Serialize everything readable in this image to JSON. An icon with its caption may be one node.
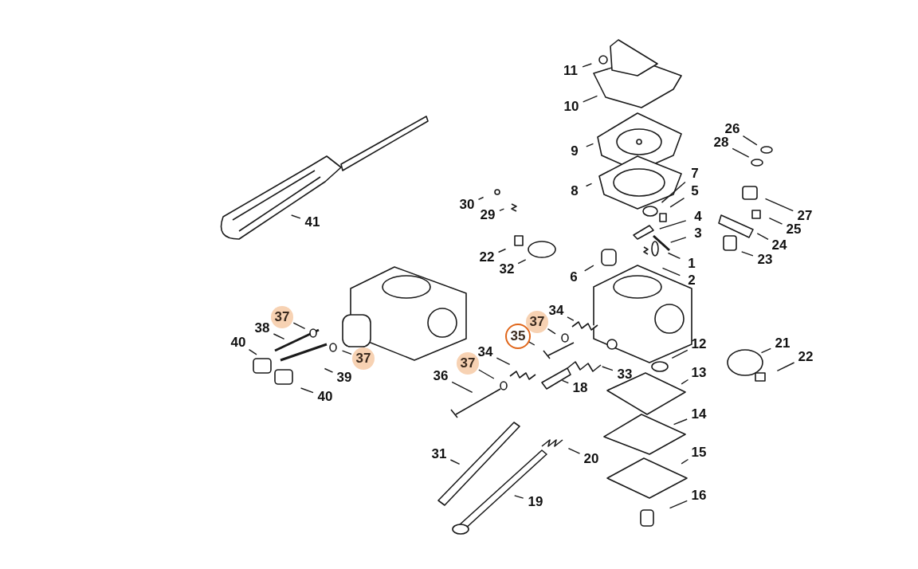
{
  "diagram": {
    "nodes": [
      {
        "text": [
          "11"
        ]
      },
      {
        "text": [
          "10"
        ]
      },
      {
        "text": [
          "26"
        ]
      },
      {
        "text": [
          "9"
        ]
      },
      {
        "text": [
          "28"
        ]
      },
      {
        "text": [
          "8"
        ]
      },
      {
        "text": [
          "30"
        ]
      },
      {
        "text": [
          "7"
        ]
      },
      {
        "text": [
          "5"
        ]
      },
      {
        "text": [
          "29"
        ]
      },
      {
        "text": [
          "4"
        ]
      },
      {
        "text": [
          "41"
        ]
      },
      {
        "text": [
          "27"
        ]
      },
      {
        "text": [
          "3"
        ]
      },
      {
        "text": [
          "25"
        ]
      },
      {
        "text": [
          "24"
        ]
      },
      {
        "text": [
          "22"
        ]
      },
      {
        "text": [
          "1"
        ]
      },
      {
        "text": [
          "23"
        ]
      },
      {
        "text": [
          "32"
        ]
      },
      {
        "text": [
          "6"
        ]
      },
      {
        "text": [
          "2"
        ]
      },
      {
        "text": [
          "34"
        ]
      },
      {
        "text": [
          "37"
        ]
      },
      {
        "text": [
          "37"
        ]
      },
      {
        "text": [
          "38"
        ]
      },
      {
        "text": [
          "35"
        ]
      },
      {
        "text": [
          "40"
        ]
      },
      {
        "text": [
          "12"
        ]
      },
      {
        "text": [
          "21"
        ]
      },
      {
        "text": [
          "34"
        ]
      },
      {
        "text": [
          "37"
        ]
      },
      {
        "text": [
          "22"
        ]
      },
      {
        "text": [
          "37"
        ]
      },
      {
        "text": [
          "39"
        ]
      },
      {
        "text": [
          "33"
        ]
      },
      {
        "text": [
          "13"
        ]
      },
      {
        "text": [
          "36"
        ]
      },
      {
        "text": [
          "18"
        ]
      },
      {
        "text": [
          "40"
        ]
      },
      {
        "text": [
          "14"
        ]
      },
      {
        "text": [
          "31"
        ]
      },
      {
        "text": [
          "20"
        ]
      },
      {
        "text": [
          "15"
        ]
      },
      {
        "text": [
          "19"
        ]
      },
      {
        "text": [
          "16"
        ]
      }
    ],
    "edges": [
      {
        "from": 0,
        "to": null,
        "arrow": "none"
      },
      {
        "from": 1,
        "to": null,
        "arrow": "none"
      },
      {
        "from": 2,
        "to": null,
        "arrow": "none"
      },
      {
        "from": 3,
        "to": null,
        "arrow": "none"
      },
      {
        "from": 4,
        "to": null,
        "arrow": "none"
      },
      {
        "from": 5,
        "to": null,
        "arrow": "none"
      },
      {
        "from": 6,
        "to": null,
        "arrow": "none"
      },
      {
        "from": 7,
        "to": null,
        "arrow": "none"
      },
      {
        "from": 8,
        "to": null,
        "arrow": "none"
      },
      {
        "from": 9,
        "to": null,
        "arrow": "none"
      },
      {
        "from": 10,
        "to": null,
        "arrow": "none"
      },
      {
        "from": 11,
        "to": null,
        "arrow": "none"
      },
      {
        "from": 12,
        "to": null,
        "arrow": "none"
      },
      {
        "from": 13,
        "to": null,
        "arrow": "none"
      },
      {
        "from": 14,
        "to": null,
        "arrow": "none"
      },
      {
        "from": 15,
        "to": null,
        "arrow": "none"
      },
      {
        "from": 16,
        "to": null,
        "arrow": "none"
      },
      {
        "from": 17,
        "to": null,
        "arrow": "none"
      },
      {
        "from": 18,
        "to": null,
        "arrow": "none"
      },
      {
        "from": 19,
        "to": null,
        "arrow": "none"
      },
      {
        "from": 20,
        "to": null,
        "arrow": "none"
      },
      {
        "from": 21,
        "to": null,
        "arrow": "none"
      },
      {
        "from": 22,
        "to": null,
        "arrow": "none"
      },
      {
        "from": 23,
        "to": null,
        "arrow": "none"
      },
      {
        "from": 24,
        "to": null,
        "arrow": "none"
      },
      {
        "from": 25,
        "to": null,
        "arrow": "none"
      },
      {
        "from": 26,
        "to": null,
        "arrow": "none"
      },
      {
        "from": 27,
        "to": null,
        "arrow": "none"
      },
      {
        "from": 28,
        "to": null,
        "arrow": "none"
      },
      {
        "from": 29,
        "to": null,
        "arrow": "none"
      },
      {
        "from": 30,
        "to": null,
        "arrow": "none"
      },
      {
        "from": 31,
        "to": null,
        "arrow": "none"
      },
      {
        "from": 32,
        "to": null,
        "arrow": "none"
      },
      {
        "from": 33,
        "to": null,
        "arrow": "none"
      },
      {
        "from": 34,
        "to": null,
        "arrow": "none"
      },
      {
        "from": 35,
        "to": null,
        "arrow": "none"
      },
      {
        "from": 36,
        "to": null,
        "arrow": "none"
      },
      {
        "from": 37,
        "to": null,
        "arrow": "none"
      },
      {
        "from": 38,
        "to": null,
        "arrow": "none"
      },
      {
        "from": 39,
        "to": null,
        "arrow": "none"
      },
      {
        "from": 40,
        "to": null,
        "arrow": "none"
      },
      {
        "from": 41,
        "to": null,
        "arrow": "none"
      },
      {
        "from": 42,
        "to": null,
        "arrow": "none"
      },
      {
        "from": 43,
        "to": null,
        "arrow": "none"
      },
      {
        "from": 44,
        "to": null,
        "arrow": "none"
      },
      {
        "from": 45,
        "to": null,
        "arrow": "none"
      }
    ]
  }
}
